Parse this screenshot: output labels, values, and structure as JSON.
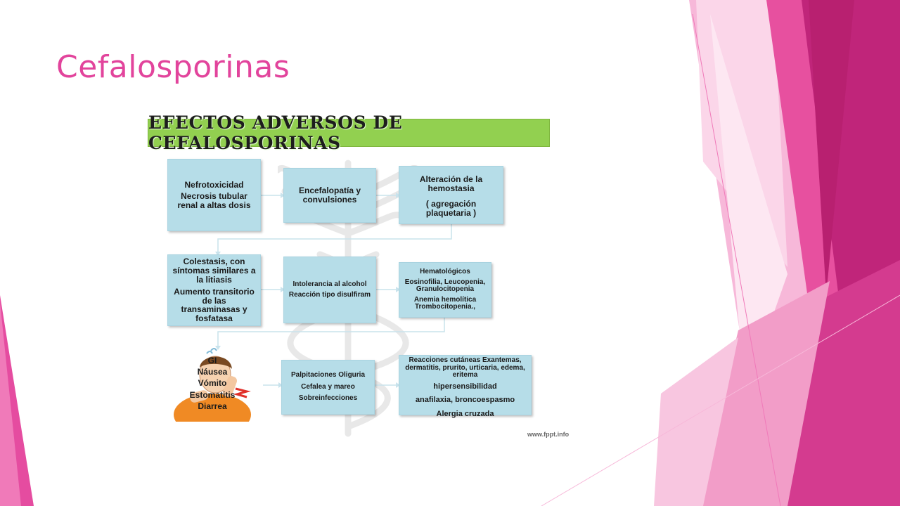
{
  "slide": {
    "title": "Cefalosporinas"
  },
  "banner": {
    "text": "Efectos adversos de cefalosporinas"
  },
  "boxes": {
    "nefro": {
      "l1": "Nefrotoxicidad",
      "l2": "Necrosis tubular renal a altas dosis"
    },
    "encef": {
      "l1": "Encefalopatía y convulsiones"
    },
    "hemo": {
      "l1": "Alteración de la hemostasia",
      "l2": "( agregación plaquetaria )"
    },
    "coles": {
      "l1": "Colestasis, con síntomas similares a la litiasis",
      "l2": "Aumento transitorio de las transaminasas y fosfatasa"
    },
    "alcohol": {
      "l1": "Intolerancia al alcohol",
      "l2": "Reacción tipo disulfiram"
    },
    "hemat": {
      "l1": "Hematológicos",
      "l2": "Eosinofilia, Leucopenia, Granulocitopenia",
      "l3": "Anemia hemolítica Trombocitopenia.,"
    },
    "palp": {
      "l1": "Palpitaciones Oliguria",
      "l2": "Cefalea y mareo",
      "l3": "Sobreinfecciones"
    },
    "cutan": {
      "l1": "Reacciones cutáneas Exantemas, dermatitis, prurito, urticaria, edema, eritema",
      "l2": "hipersensibilidad",
      "l3": "anafilaxia, broncoespasmo",
      "l4": "Alergia cruzada"
    }
  },
  "gi": {
    "items": [
      "GI",
      "Náusea",
      "Vómito",
      "Estomatitis",
      "Diarrea"
    ]
  },
  "footer": {
    "watermark": "www.fppt.info"
  },
  "colors": {
    "title": "#e2449c",
    "banner": "#92d050",
    "box": "#b6dde8",
    "pink_dark": "#c0257a",
    "pink_mid": "#e54ca0",
    "pink_light": "#f5a8d0"
  }
}
